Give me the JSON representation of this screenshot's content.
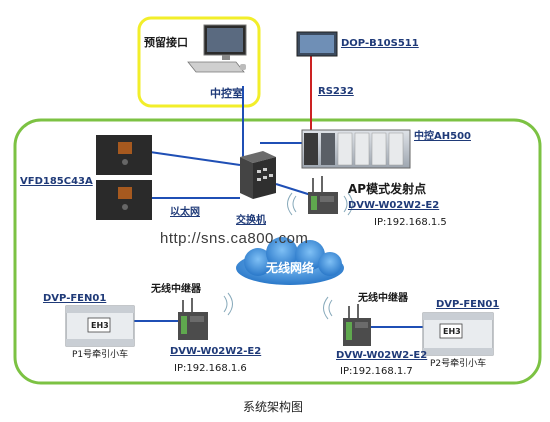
{
  "labels": {
    "reserved_port": "预留接口",
    "control_room": "中控室",
    "hmi_model": "DOP-B10S511",
    "rs232": "RS232",
    "plc": "中控AH500",
    "vfd": "VFD185C43A",
    "ethernet": "以太网",
    "switch": "交换机",
    "ap_title": "AP模式发射点",
    "ap_model": "DVW-W02W2-E2",
    "ap_ip": "IP:192.168.1.5",
    "watermark": "http://sns.ca800.com",
    "cloud": "无线网络",
    "left_comm_module": "DVP-FEN01",
    "left_repeater": "无线中继器",
    "left_repeater_model": "DVW-W02W2-E2",
    "left_ip": "IP:192.168.1.6",
    "left_plc_text": "EH3",
    "left_cart": "P1号牵引小车",
    "right_repeater": "无线中继器",
    "right_comm_module": "DVP-FEN01",
    "right_repeater_model": "DVW-W02W2-E2",
    "right_ip": "IP:192.168.1.7",
    "right_plc_text": "EH3",
    "right_cart": "P2号牵引小车",
    "caption": "系统架构图"
  },
  "colors": {
    "yellow_border": "#f2ee2a",
    "green_border": "#7cc243",
    "blue_line": "#1f4fb5",
    "red_line": "#cc2222",
    "label_blue": "#1f3a78",
    "cloud_blue": "#3b8ed8"
  }
}
